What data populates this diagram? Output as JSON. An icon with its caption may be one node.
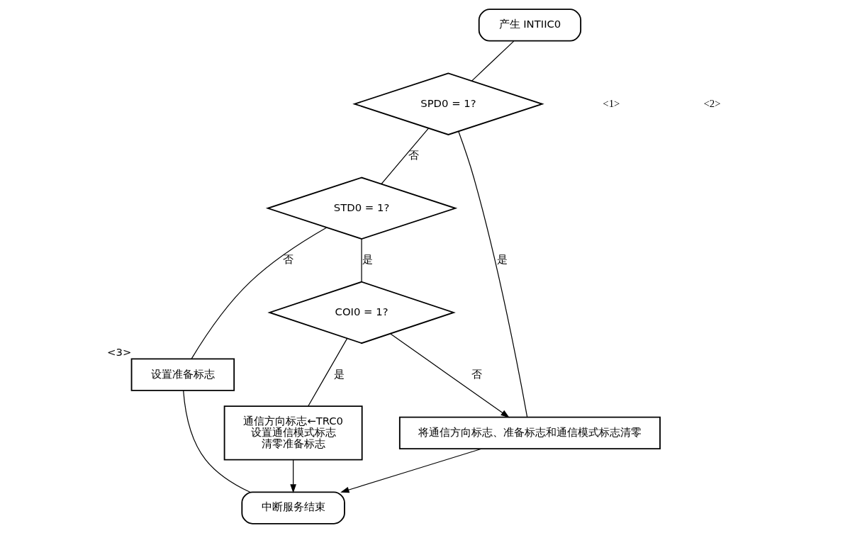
{
  "diagram": {
    "nodes": [
      {
        "text": [
          "产生 INTIIC0"
        ]
      },
      {
        "text": [
          "SPD0 = 1?"
        ]
      },
      {
        "text": [
          "STD0 = 1?"
        ]
      },
      {
        "text": [
          "设置准备标志"
        ],
        "beside": [
          "<3>"
        ]
      },
      {
        "text": [
          "COI0 = 1?"
        ]
      },
      {
        "text": [
          "通信方向标志←TRC0",
          "设置通信模式标志",
          "清零准备标志"
        ]
      },
      {
        "text": [
          "将通信方向标志、准备标志和通信模式标志清零"
        ]
      },
      {
        "text": [
          "中断服务结束"
        ]
      }
    ],
    "edges": [
      {
        "from": 0,
        "to": 1,
        "arrow": "none"
      },
      {
        "from": 1,
        "to": 6,
        "label": "是",
        "arrow": "none"
      },
      {
        "from": 1,
        "to": 2,
        "label": "否",
        "arrow": "none"
      },
      {
        "from": 2,
        "to": 4,
        "label": "是",
        "arrow": "none"
      },
      {
        "from": 2,
        "to": 3,
        "label": "否",
        "arrow": "none"
      },
      {
        "from": 4,
        "to": 6,
        "label": "否",
        "arrow": "to"
      },
      {
        "from": 4,
        "to": 5,
        "label": "是",
        "arrow": "none"
      },
      {
        "from": 3,
        "to": 7,
        "arrow": "none"
      },
      {
        "from": 5,
        "to": 7,
        "arrow": "to"
      },
      {
        "from": 6,
        "to": 7,
        "arrow": "to"
      }
    ],
    "labels": [
      "<1>",
      "<2>"
    ]
  }
}
